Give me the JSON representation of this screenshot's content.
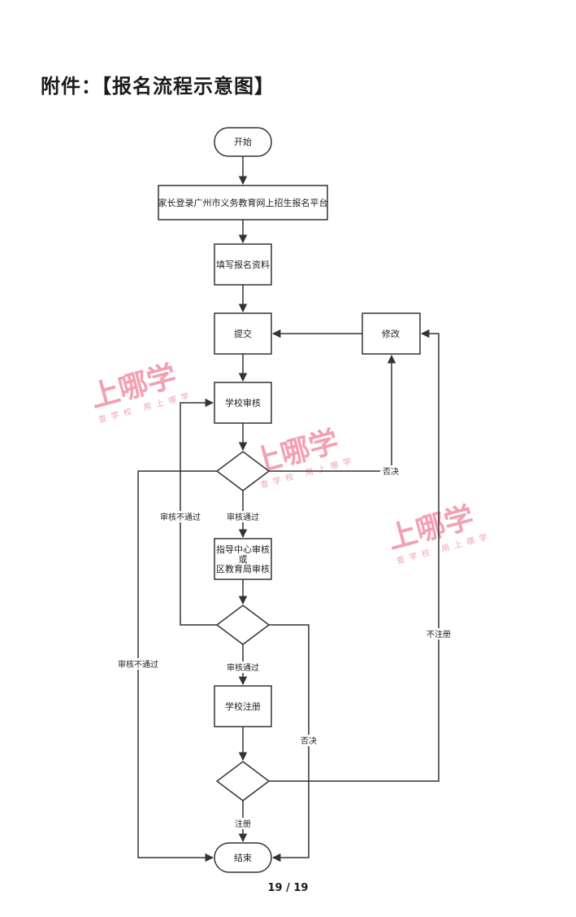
{
  "title": "附件：【报名流程示意图】",
  "page_number": "19 / 19",
  "nodes": {
    "start": "开始",
    "login": "家长登录广州市义务教育网上招生报名平台",
    "fill": "填写报名资料",
    "submit": "提交",
    "modify": "修改",
    "school_review": "学校审核",
    "center_review_l1": "指导中心审核",
    "center_review_l2": "或",
    "center_review_l3": "区教育局审核",
    "school_register": "学校注册",
    "end": "结束"
  },
  "edges": {
    "reject_1": "否决",
    "review_fail_1": "审核不通过",
    "review_pass_1": "审核通过",
    "review_fail_2": "审核不通过",
    "review_pass_2": "审核通过",
    "reject_2": "否决",
    "not_registered": "不注册",
    "registered": "注册"
  },
  "watermark": {
    "main": "上哪学",
    "sub": "查学校 用上哪学"
  },
  "colors": {
    "line": "#333333",
    "watermark": "#f3a0b3"
  }
}
